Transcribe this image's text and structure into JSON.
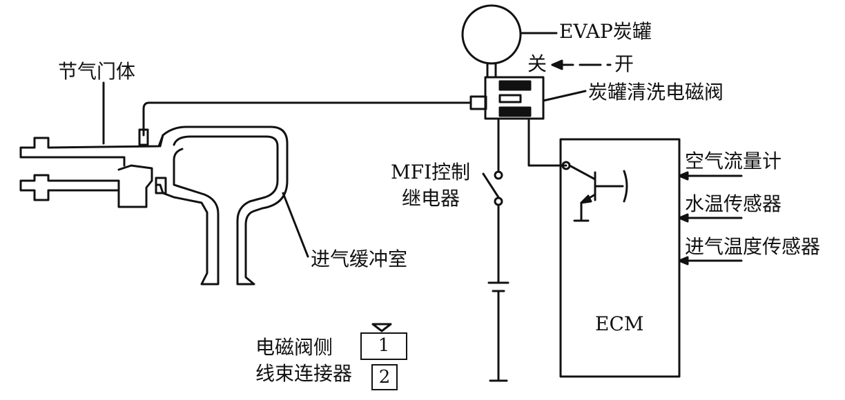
{
  "labels": {
    "throttle_body": "节气门体",
    "evap_canister": "EVAP炭罐",
    "valve_close": "关",
    "valve_open": "开",
    "purge_solenoid": "炭罐清洗电磁阀",
    "mfi_relay_line1": "MFI控制",
    "mfi_relay_line2": "继电器",
    "intake_plenum": "进气缓冲室",
    "air_flow_meter": "空气流量计",
    "coolant_temp_sensor": "水温传感器",
    "intake_air_temp_sensor": "进气温度传感器",
    "ecm": "ECM",
    "connector_line1": "电磁阀侧",
    "connector_line2": "线束连接器",
    "connector_pin1": "1",
    "connector_pin2": "2"
  }
}
